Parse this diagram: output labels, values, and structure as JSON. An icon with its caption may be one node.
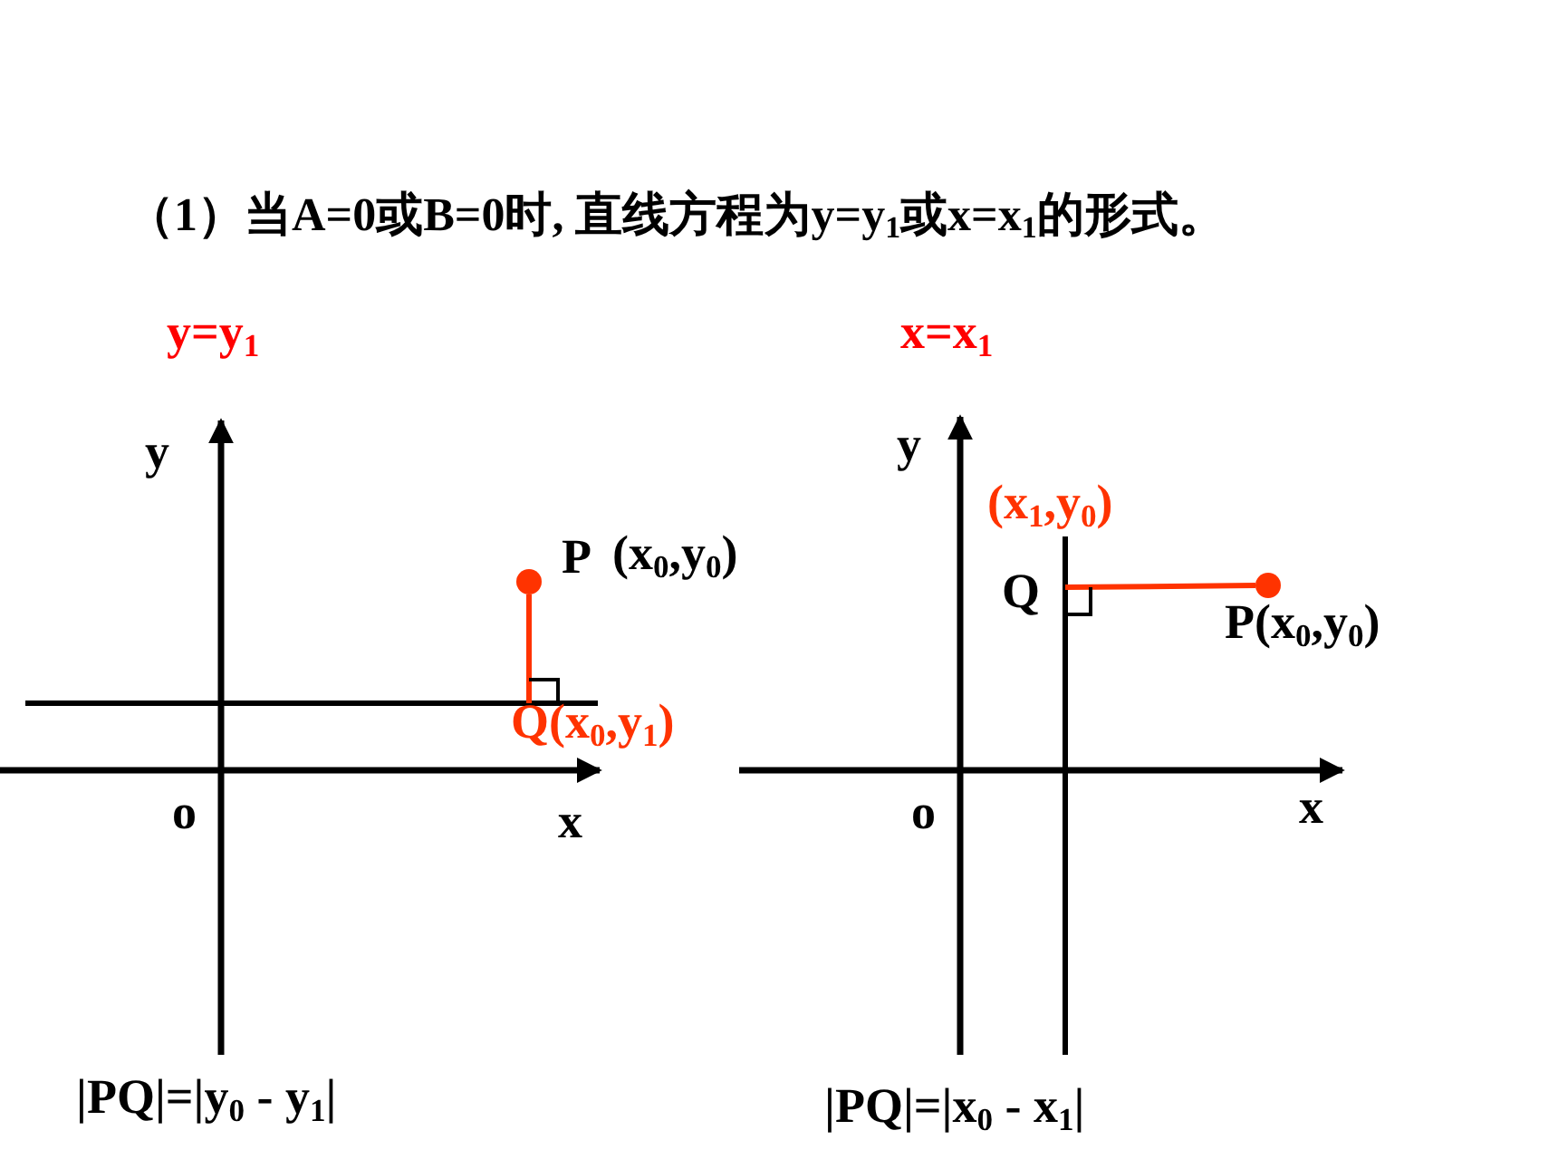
{
  "diagram": {
    "title": "（1）当A=0或B=0时, 直线方程为y=y$_{1}$或x=x$_{1}$的形式。",
    "nodes": [
      {
        "text": [],
        "shape": "circle",
        "beside": [
          "P",
          "(x$_{0}$,y$_{0}$)"
        ]
      },
      {
        "text": [],
        "shape": "circle",
        "beside": [
          "P(x$_{0}$,y$_{0}$)"
        ]
      },
      {
        "text": [],
        "shape": "angle"
      },
      {
        "text": [],
        "shape": "angle"
      }
    ],
    "edges": [
      {
        "from": 0,
        "to": 2,
        "arrow": "none",
        "color": "#ff3300"
      },
      {
        "from": 1,
        "to": 3,
        "arrow": "none",
        "color": "#ff3300"
      }
    ],
    "labels": [
      "y=y$_{1}$",
      "x=x$_{1}$",
      "y",
      "y",
      "(x$_{1}$,y$_{0}$)",
      "Q",
      "Q(x$_{0}$,y$_{1}$)",
      "o",
      "x",
      "o",
      "x",
      "|PQ|=|y$_{0}$ - y$_{1}$|",
      "|PQ|=|x$_{0}$ - x$_{1}$|"
    ]
  }
}
